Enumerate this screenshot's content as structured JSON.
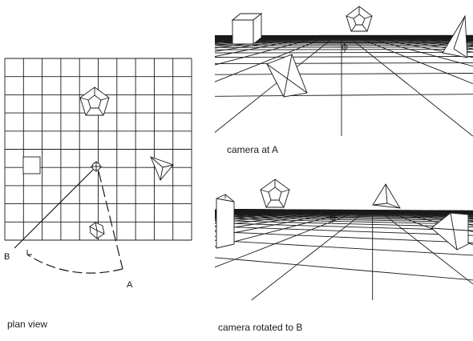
{
  "captions": {
    "plan": "plan view",
    "camera_a": "camera at A",
    "camera_b": "camera rotated to B"
  },
  "markers": {
    "a": "A",
    "b": "B"
  },
  "plan_grid": {
    "columns": 10,
    "rows": 10
  },
  "objects": [
    "dodecahedron-icon",
    "cube-icon",
    "tetrahedron-icon",
    "octahedron-icon",
    "target-icon"
  ],
  "colors": {
    "line": "#1a1a1a",
    "background": "#ffffff"
  }
}
